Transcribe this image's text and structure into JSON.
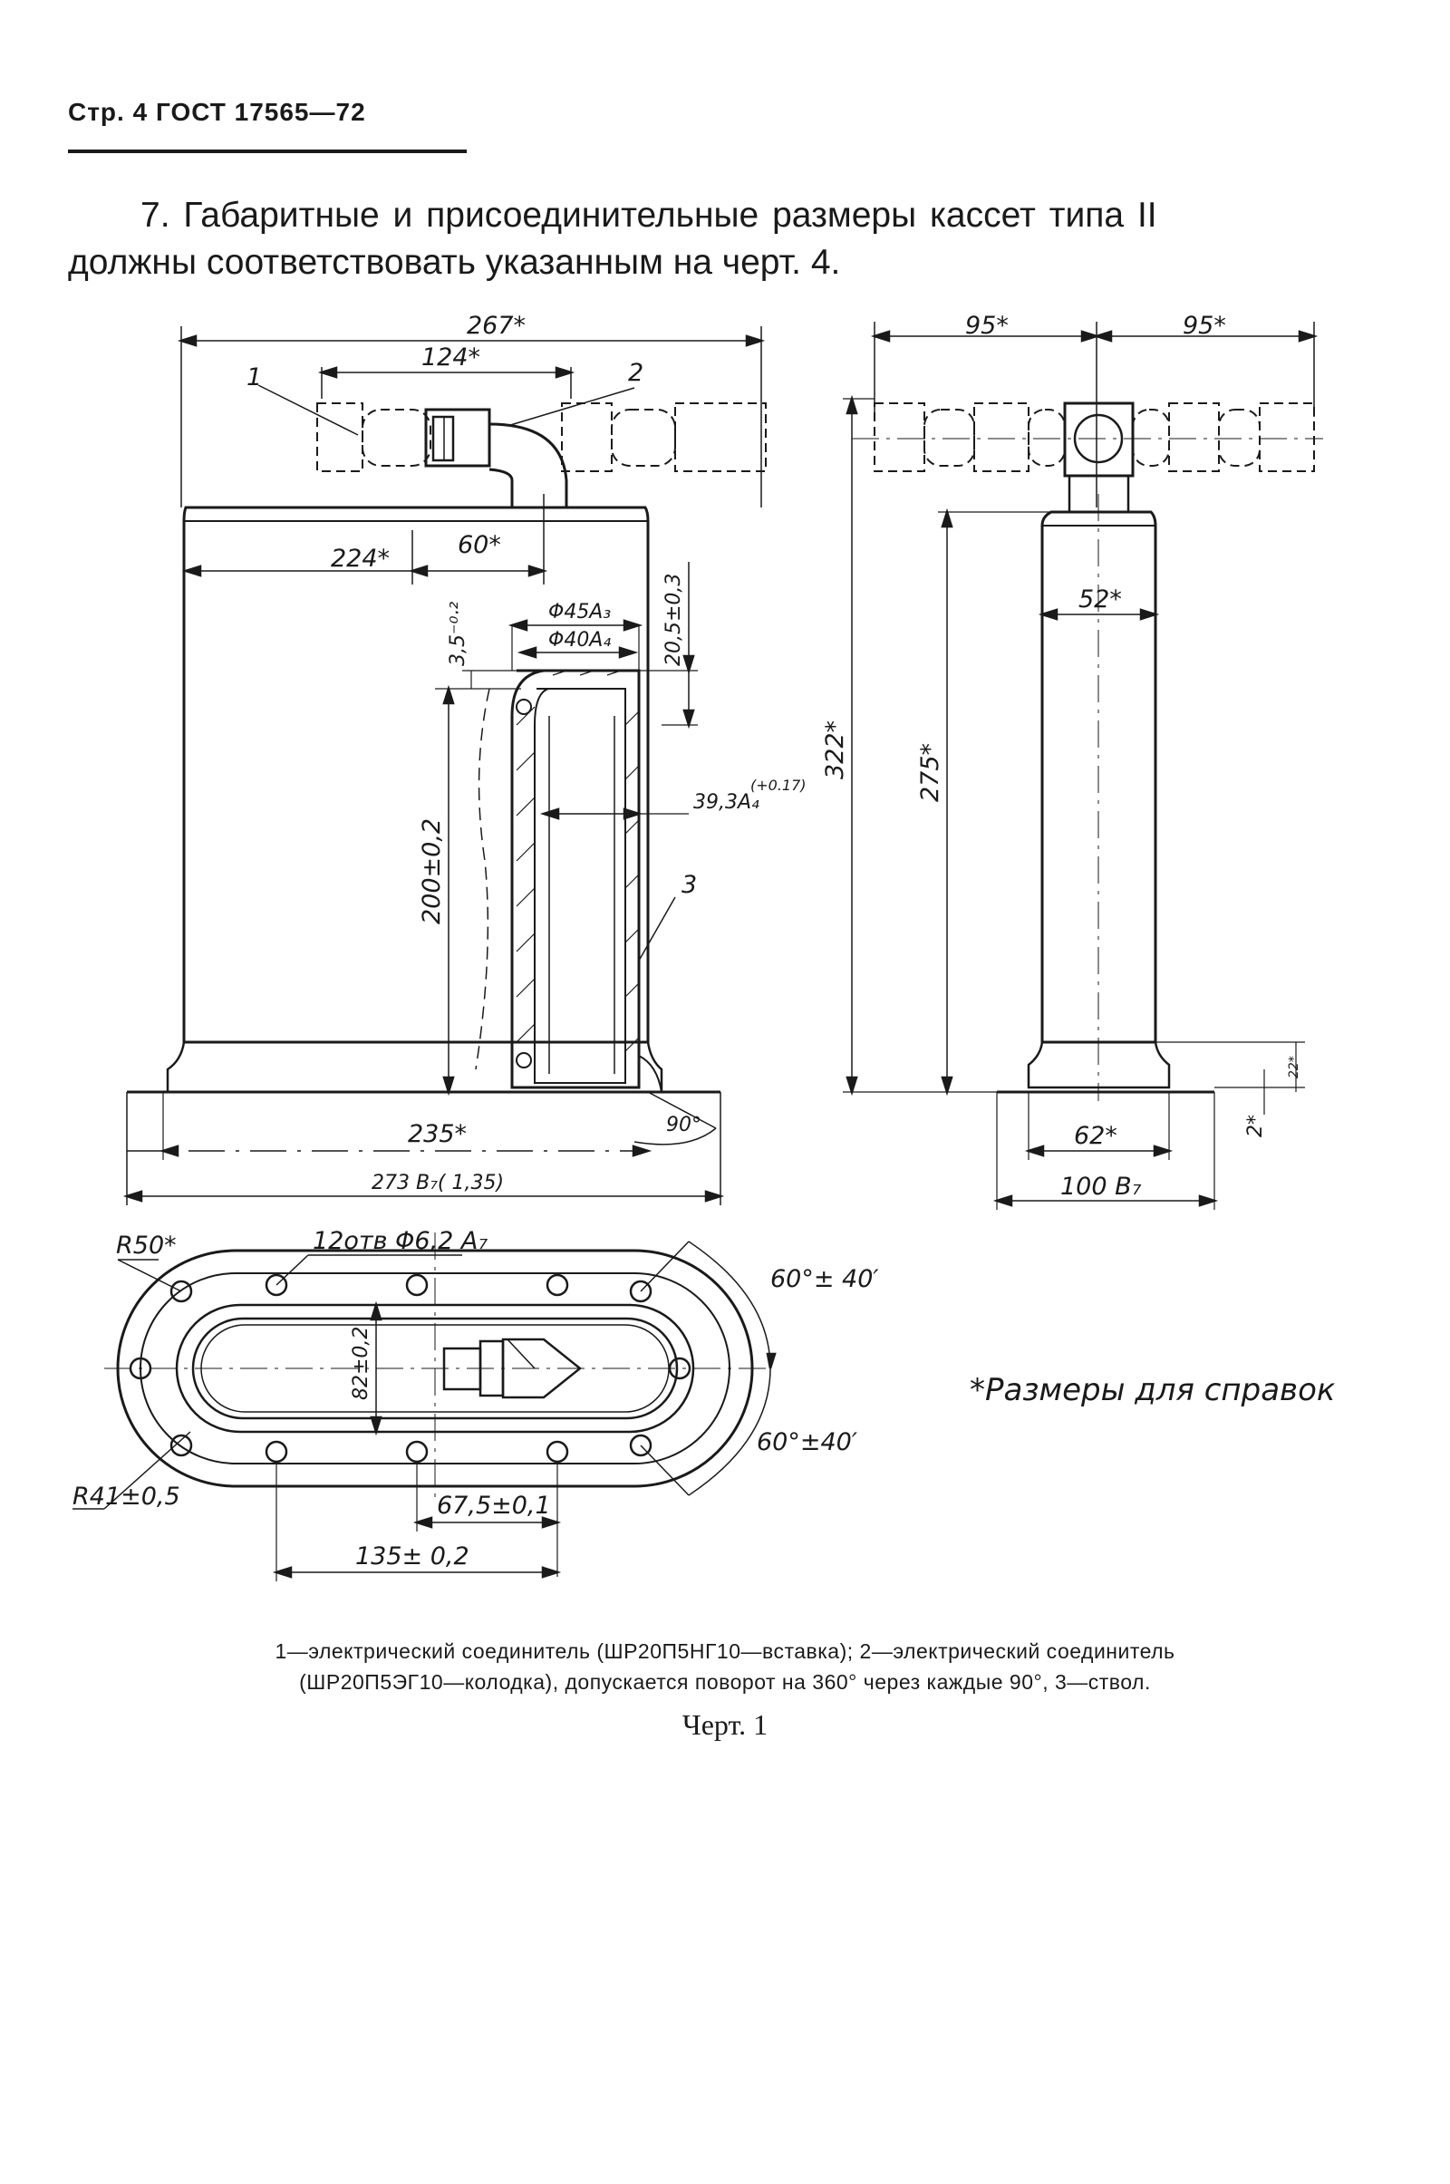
{
  "header": {
    "page": "Стр. 4",
    "standard": "ГОСТ 17565—72"
  },
  "paragraph": {
    "line1": "7. Габаритные и присоединительные размеры  кассет типа II",
    "line2": "должны соответствовать указанным на черт. 4."
  },
  "drawing": {
    "front_view": {
      "overall_width": "267*",
      "connector_spacing": "124*",
      "pos1": "1",
      "pos2": "2",
      "pos3": "3",
      "dim_224": "224*",
      "dim_60": "60*",
      "dia_45": "Φ45A₃",
      "dia_40": "Φ40A₄",
      "dim_3_5": "3,5⁻⁰·²",
      "dim_20_5": "20,5±0,3",
      "dim_39_3": "39,3A₄",
      "dim_39_3_tol": "(+0.17)",
      "dim_200": "200±0,2",
      "dim_235": "235*",
      "angle_90": "90°",
      "dim_273": "273 B₇( 1,35)"
    },
    "side_view": {
      "dim_95_left": "95*",
      "dim_95_right": "95*",
      "dim_322": "322*",
      "dim_275": "275*",
      "dim_52": "52*",
      "dim_62": "62*",
      "dim_100": "100 B₇",
      "dim_2": "2*",
      "dim_22": "22*"
    },
    "plan_view": {
      "radius_50": "R50*",
      "holes": "12отв Φ6,2 A₇",
      "angle_top": "60°± 40′",
      "angle_bottom": "60°±40′",
      "dim_82": "82±0,2",
      "radius_41": "R41±0,5",
      "dim_67_5": "67,5±0,1",
      "dim_135": "135± 0,2"
    },
    "note": "*Размеры для справок"
  },
  "caption": {
    "line1": "1—электрический соединитель (ШР20П5НГ10—вставка); 2—электрический соединитель",
    "line2": "(ШР20П5ЭГ10—колодка), допускается поворот на 360° через каждые 90°, 3—ствол."
  },
  "figure_label": "Черт. 1"
}
